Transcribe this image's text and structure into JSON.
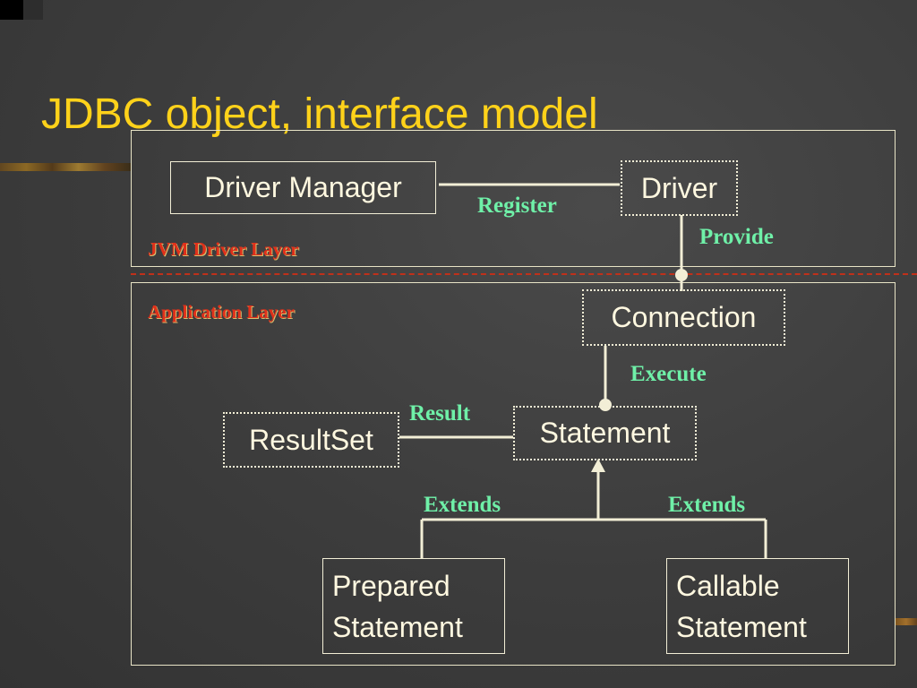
{
  "slide": {
    "title": "JDBC object, interface model"
  },
  "layers": {
    "jvm": "JVM Driver Layer",
    "application": "Application Layer"
  },
  "nodes": {
    "driver_manager": "Driver Manager",
    "driver": "Driver",
    "connection": "Connection",
    "statement": "Statement",
    "resultset": "ResultSet",
    "prepared_statement": [
      "Prepared",
      "Statement"
    ],
    "callable_statement": [
      "Callable",
      "Statement"
    ]
  },
  "edges": {
    "register": "Register",
    "provide": "Provide",
    "execute": "Execute",
    "result": "Result",
    "extends_left": "Extends",
    "extends_right": "Extends"
  },
  "colors": {
    "title": "#ffd21a",
    "layer_label": "#e0301a",
    "edge_label": "#6ff0a8",
    "line": "#f2eed6",
    "separator": "#c0301a"
  }
}
